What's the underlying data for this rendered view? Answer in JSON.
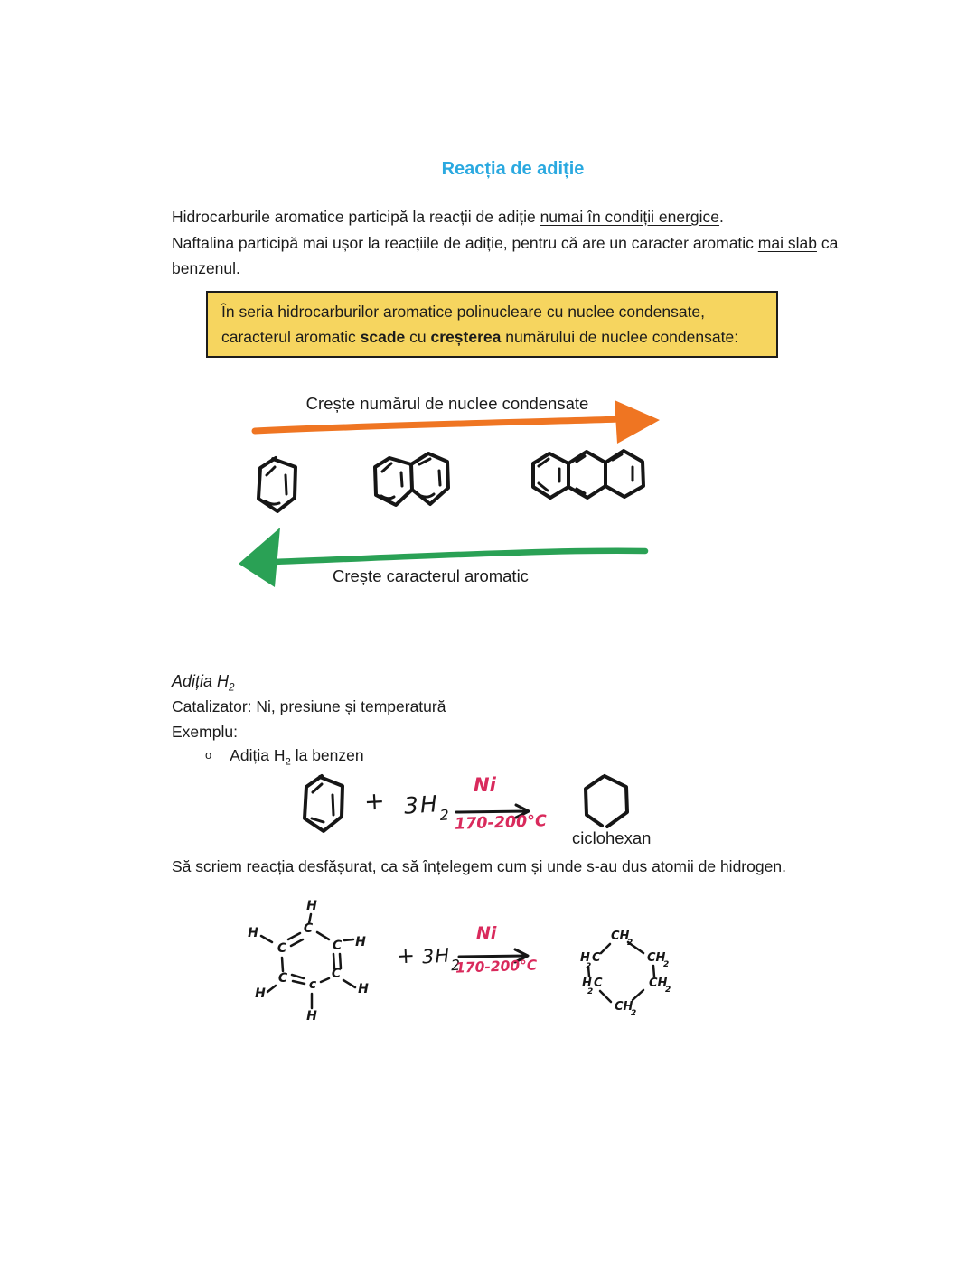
{
  "colors": {
    "title": "#2BA9E0",
    "callout_bg": "#F6D55F",
    "orange_arrow": "#EF7522",
    "green_arrow": "#2AA155",
    "handwriting_pink": "#D92A5C",
    "ink": "#161616"
  },
  "title": "Reacția de adiție",
  "intro": {
    "s1_pre": "Hidrocarburile aromatice participă la reacții de adiție ",
    "s1_underlined": "numai în condiții energice",
    "s1_post": ".",
    "s2_pre": "Naftalina participă mai ușor la reacțiile de adiție, pentru că are un caracter aromatic ",
    "s2_underlined": "mai slab",
    "s2_post": " ca benzenul."
  },
  "callout": {
    "pre": "În seria hidrocarburilor aromatice polinucleare cu nuclee condensate, caracterul aromatic ",
    "bold1": "scade",
    "mid": " cu ",
    "bold2": "creșterea",
    "post": " numărului de nuclee condensate:"
  },
  "trend": {
    "top_label": "Crește numărul de nuclee condensate",
    "bottom_label": "Crește caracterul aromatic"
  },
  "addition": {
    "heading": "Adiția H",
    "heading_sub": "2",
    "catalyst_line": "Catalizator: Ni, presiune și temperatură",
    "example_label": "Exemplu:",
    "bullet_marker": "o",
    "bullet_pre": "Adiția H",
    "bullet_sub": "2",
    "bullet_post": " la benzen"
  },
  "reaction1": {
    "plus": "+",
    "coefficient": "3H",
    "coefficient_sub": "2",
    "catalyst": "Ni",
    "conditions": "170-200°C",
    "product_label": "ciclohexan"
  },
  "expanded_note": "Să scriem reacția desfășurat, ca să înțelegem cum și unde s-au dus atomii de hidrogen.",
  "reaction2": {
    "plus": "+",
    "coefficient": "3H",
    "coefficient_sub": "2",
    "catalyst": "Ni",
    "conditions": "170-200°C"
  },
  "atoms": {
    "carbon": "C",
    "carbon_lc": "c",
    "hydrogen": "H",
    "ch": "CH",
    "sub2": "2"
  }
}
